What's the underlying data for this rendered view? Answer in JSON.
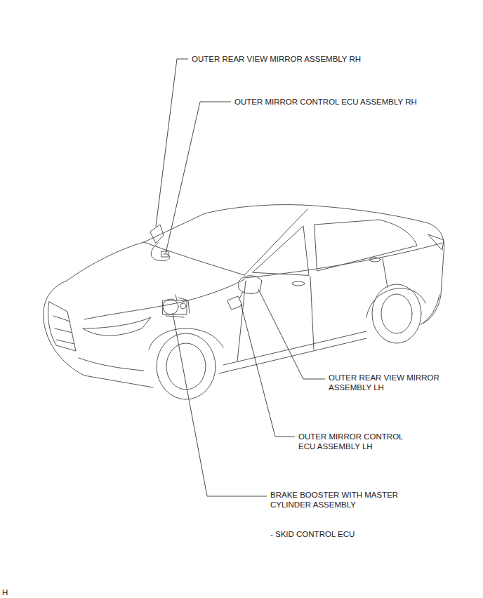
{
  "diagram": {
    "labels": [
      "OUTER REAR VIEW MIRROR ASSEMBLY RH",
      "OUTER MIRROR CONTROL ECU ASSEMBLY RH",
      "OUTER REAR VIEW MIRROR ASSEMBLY LH",
      "OUTER MIRROR CONTROL ECU ASSEMBLY LH",
      "BRAKE BOOSTER WITH MASTER CYLINDER ASSEMBLY",
      "- SKID CONTROL ECU",
      "H"
    ]
  }
}
